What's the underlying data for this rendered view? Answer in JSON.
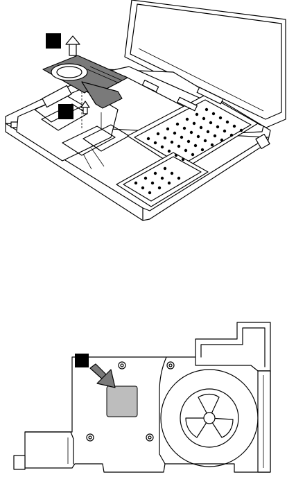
{
  "step_markers": [
    {
      "id": "1",
      "text": ""
    },
    {
      "id": "2",
      "text": ""
    },
    {
      "id": "3",
      "text": ""
    }
  ],
  "colors": {
    "line": "#000000",
    "heatsink_fill": "#7a7a7a",
    "thermal_pad_fill": "#bdbdbd",
    "background": "#ffffff"
  },
  "icons": {
    "lift_arrow": "arrow-up-icon",
    "pointer_arrow": "arrow-down-right-icon",
    "step_marker": "black-square-icon"
  }
}
